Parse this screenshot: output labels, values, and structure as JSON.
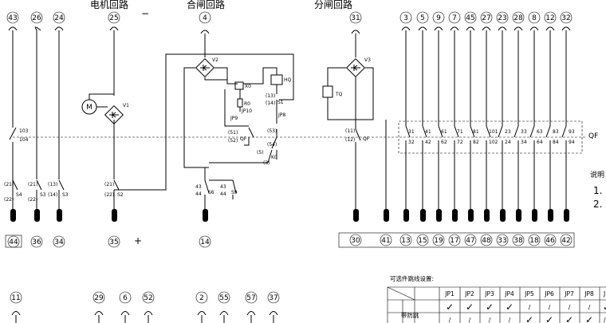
{
  "headings": {
    "motor": "电机回路",
    "motor_sign": "−",
    "closing": "合闸回路",
    "opening": "分闸回路"
  },
  "terminals_top": [
    "43",
    "26",
    "24",
    "25",
    "4",
    "31",
    "3",
    "5",
    "9",
    "7",
    "45",
    "27",
    "23",
    "28",
    "8",
    "12",
    "32"
  ],
  "terminals_bottom": [
    "44",
    "36",
    "34",
    "35",
    "14",
    "30",
    "41",
    "13",
    "15",
    "19",
    "17",
    "47",
    "48",
    "33",
    "38",
    "18",
    "46",
    "42"
  ],
  "plus_sign": "+",
  "motor_labels": {
    "motor": "M",
    "bridge": "V1"
  },
  "closing_labels": {
    "bridge": "V2",
    "x0": "X0",
    "hq": "HQ",
    "r0": "R0",
    "jp10": "JP10",
    "jp9": "JP9",
    "jp8": "JP8",
    "s1": "S1",
    "qf": "QF",
    "k0": "K0",
    "s6": "S6",
    "s9": "S9"
  },
  "opening_labels": {
    "bridge": "V3",
    "tq": "TQ",
    "qf": "QF"
  },
  "contact_labels": {
    "s103": "103",
    "s104": "104",
    "s4": "S4",
    "s3": "S3",
    "s2": "S2",
    "p21": "(21)",
    "p22": "(22)",
    "p13": "(13)",
    "p14": "(14)",
    "p11": "(11)",
    "p12": "(12)",
    "p51": "(51)",
    "p52": "(52)",
    "p53": "(53)",
    "p54": "(54)",
    "p5": "(5)",
    "p3": "(3)",
    "n43": "43",
    "n44": "44"
  },
  "aux_contacts": [
    {
      "top": "31",
      "bottom": "32"
    },
    {
      "top": "41",
      "bottom": "42"
    },
    {
      "top": "61",
      "bottom": "62"
    },
    {
      "top": "71",
      "bottom": "72"
    },
    {
      "top": "81",
      "bottom": "82"
    },
    {
      "top": "101",
      "bottom": "102"
    },
    {
      "top": "23",
      "bottom": "24"
    },
    {
      "top": "33",
      "bottom": "34"
    },
    {
      "top": "63",
      "bottom": "64"
    },
    {
      "top": "83",
      "bottom": "84"
    },
    {
      "top": "93",
      "bottom": "94"
    }
  ],
  "qf_label": "QF",
  "notes": {
    "title": "说明",
    "line1": "1.",
    "line2": "2."
  },
  "lower_terminals": [
    "11",
    "29",
    "6",
    "52",
    "2",
    "55",
    "57",
    "37"
  ],
  "settings_table": {
    "caption": "可选件跳线设置:",
    "columns": [
      "JP1",
      "JP2",
      "JP3",
      "JP4",
      "JP5",
      "JP6",
      "JP7",
      "JP8",
      "J"
    ],
    "row_label": "带防跳",
    "row1": [
      "✓",
      "✓",
      "✓",
      "✓",
      "/",
      "/",
      "/",
      "/",
      "✓"
    ],
    "row2": [
      "/",
      "/",
      "/",
      "/",
      "✓",
      "✓",
      "✓",
      "✓",
      "/"
    ]
  }
}
